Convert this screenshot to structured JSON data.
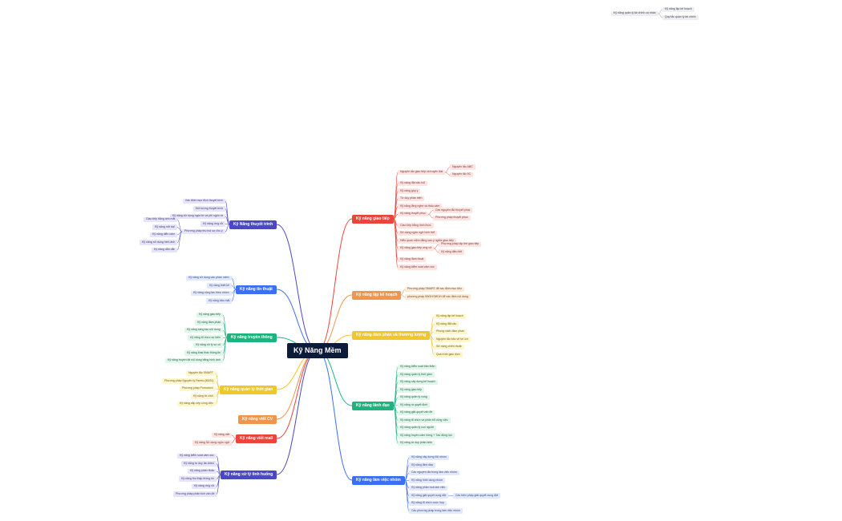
{
  "root": {
    "label": "Kỹ Năng Mềm"
  },
  "colors": {
    "red": "#e8453c",
    "orange": "#f0954a",
    "yellow": "#f1c62a",
    "green": "#1cb37f",
    "blue": "#3d6ff2",
    "indigo": "#4b48c7",
    "gray": "#8a8f98"
  },
  "branches": [
    {
      "label": "Kỹ năng giao tiếp",
      "color": "red",
      "side": "right",
      "children": [
        {
          "label": "Nguyên tắc giao tiếp và truyền đạt",
          "children": [
            {
              "label": "Nguyên tắc ABC"
            },
            {
              "label": "Nguyên tắc 5C"
            }
          ]
        },
        {
          "label": "Kỹ năng đặt câu hỏi"
        },
        {
          "label": "Kỹ năng góp ý"
        },
        {
          "label": "Tư duy phản biện"
        },
        {
          "label": "Kỹ năng lắng nghe và thấu cảm"
        },
        {
          "label": "Kỹ năng thuyết phục",
          "children": [
            {
              "label": "Các nguyên tắc thuyết phục"
            },
            {
              "label": "Phương pháp thuyết phục"
            }
          ]
        },
        {
          "label": "Giao tiếp bằng hình thức"
        },
        {
          "label": "Sử dụng ngôn ngữ hình thể"
        },
        {
          "label": "Hiểu quan niệm đằng sau ý nghĩa giao tiếp"
        },
        {
          "label": "Kỹ năng giao tiếp ứng xử",
          "children": [
            {
              "label": "Phương pháp lập thẻ giao tiếp"
            },
            {
              "label": "Kỹ năng điều tiết"
            }
          ]
        },
        {
          "label": "Kỹ năng đàm thoại"
        },
        {
          "label": "Kỹ năng kiểm soát cảm xúc"
        }
      ]
    },
    {
      "label": "Kỹ năng lập kế hoạch",
      "color": "orange",
      "side": "right",
      "children": [
        {
          "label": "Phương pháp SMART để xác định mục tiêu"
        },
        {
          "label": "phương pháp 5W1H/3W1H để xác định nội dung"
        }
      ]
    },
    {
      "label": "Kỹ năng đàm phán và thương lượng",
      "color": "yellow",
      "side": "right",
      "children": [
        {
          "label": "Kỹ năng lập kế hoạch"
        },
        {
          "label": "Kỹ năng đặt câu"
        },
        {
          "label": "Phong cách đàm phán"
        },
        {
          "label": "Nguyên tắc bảo vệ lợi ích"
        },
        {
          "label": "Sử dụng chiến thuật"
        },
        {
          "label": "Quá trình giao dịch"
        }
      ]
    },
    {
      "label": "Kỹ năng lãnh đạo",
      "color": "green",
      "side": "right",
      "children": [
        {
          "label": "Kỹ năng kiểm soát bản thân"
        },
        {
          "label": "Kỹ năng quản lý thời gian"
        },
        {
          "label": "Kỹ năng xây dựng kế hoạch"
        },
        {
          "label": "Kỹ năng giao tiếp"
        },
        {
          "label": "Kỹ năng quản lý xung"
        },
        {
          "label": "Kỹ năng ra quyết định"
        },
        {
          "label": "Kỹ năng giải quyết vấn đề"
        },
        {
          "label": "Kỹ năng tổ chức và phân bổ công việc"
        },
        {
          "label": "Kỹ năng quản lý con người"
        },
        {
          "label": "Kỹ năng truyền cảm hứng + Tạo động lực"
        },
        {
          "label": "Kỹ năng tư duy phản biện"
        }
      ]
    },
    {
      "label": "Kỹ năng làm việc nhóm",
      "color": "blue",
      "side": "right",
      "children": [
        {
          "label": "Kỹ năng xây dựng đội nhóm"
        },
        {
          "label": "Kỹ năng lãnh đạo"
        },
        {
          "label": "Các nguyên tắc trong làm việc nhóm"
        },
        {
          "label": "Kỹ năng hình dung nhóm"
        },
        {
          "label": "Kỹ năng phân hoá làm việc"
        },
        {
          "label": "Kỹ năng giải quyết xung đột",
          "children": [
            {
              "label": "Các biện pháp giải quyết xung đột"
            }
          ]
        },
        {
          "label": "Kỹ năng tổ chức cuộc họp"
        },
        {
          "label": "Các phương pháp trong làm việc nhóm"
        }
      ]
    },
    {
      "label": "Kỹ Năng thuyết trình",
      "color": "indigo",
      "side": "left",
      "children": [
        {
          "label": "Xác định mục đích thuyết trình"
        },
        {
          "label": "Đối tượng thuyết trình"
        },
        {
          "label": "Kỹ năng sử dụng ngôn từ và phi ngôn từ"
        },
        {
          "label": "Kỹ năng ứng xử"
        },
        {
          "label": "Phương pháp thu hút sự chú ý",
          "children": [
            {
              "label": "Giao tiếp bằng ánh mắt"
            },
            {
              "label": "Kỹ năng mở bài"
            },
            {
              "label": "Kỹ năng diễn cảm"
            },
            {
              "label": "Kỹ năng sử dụng hình ảnh"
            },
            {
              "label": "Kỹ năng dẫn dắt"
            }
          ]
        }
      ]
    },
    {
      "label": "Kỹ năng tin thuật",
      "color": "blue",
      "side": "left",
      "children": [
        {
          "label": "Kỹ năng sử dụng các phần mềm"
        },
        {
          "label": "Kỹ năng thiết kế"
        },
        {
          "label": "Kỹ năng cộng tác theo nhóm"
        },
        {
          "label": "Kỹ năng bảo mật"
        }
      ]
    },
    {
      "label": "Kỹ năng truyền thông",
      "color": "green",
      "side": "left",
      "children": [
        {
          "label": "Kỹ năng giao tiếp"
        },
        {
          "label": "Kỹ năng đàm phán"
        },
        {
          "label": "Kỹ năng sáng tạo nội dung"
        },
        {
          "label": "Kỹ năng tổ chức sự kiện"
        },
        {
          "label": "Kỹ năng xử lý sự cố"
        },
        {
          "label": "Kỹ năng khai thác thông tin"
        },
        {
          "label": "Kỹ năng truyền tải nội dung bằng hình ảnh"
        }
      ]
    },
    {
      "label": "Kỹ năng quản lý thời gian",
      "color": "yellow",
      "side": "left",
      "children": [
        {
          "label": "Nguyên tắc SMART"
        },
        {
          "label": "Phương pháp Nguyên lý Pareto (80/20)"
        },
        {
          "label": "Phương pháp Pomodoro"
        },
        {
          "label": "Kỹ năng từ chối"
        },
        {
          "label": "Kỹ năng sắp xếp công việc"
        }
      ]
    },
    {
      "label": "Kỹ năng viết CV",
      "color": "orange",
      "side": "left",
      "children": []
    },
    {
      "label": "Kỹ năng viết mail",
      "color": "red",
      "side": "left",
      "children": [
        {
          "label": "Kỹ năng viết"
        },
        {
          "label": "Kỹ năng Sử dụng ngôn ngữ"
        }
      ]
    },
    {
      "label": "Kỹ năng xử lý tình huống",
      "color": "indigo",
      "side": "left",
      "children": [
        {
          "label": "Kỹ năng kiểm soát cảm xúc"
        },
        {
          "label": "Kỹ năng tư duy đa chiều"
        },
        {
          "label": "Kỹ năng phán đoán"
        },
        {
          "label": "Kỹ năng thu thập thông tin"
        },
        {
          "label": "Kỹ năng ứng xử"
        },
        {
          "label": "Phương pháp phân tích vấn đề"
        }
      ]
    }
  ],
  "floating": {
    "label": "Kỹ năng quản lý tài chính cá nhân",
    "children": [
      {
        "label": "Kỹ năng lập kế hoạch"
      },
      {
        "label": "Quy tắc quản lý tài chính"
      }
    ]
  }
}
